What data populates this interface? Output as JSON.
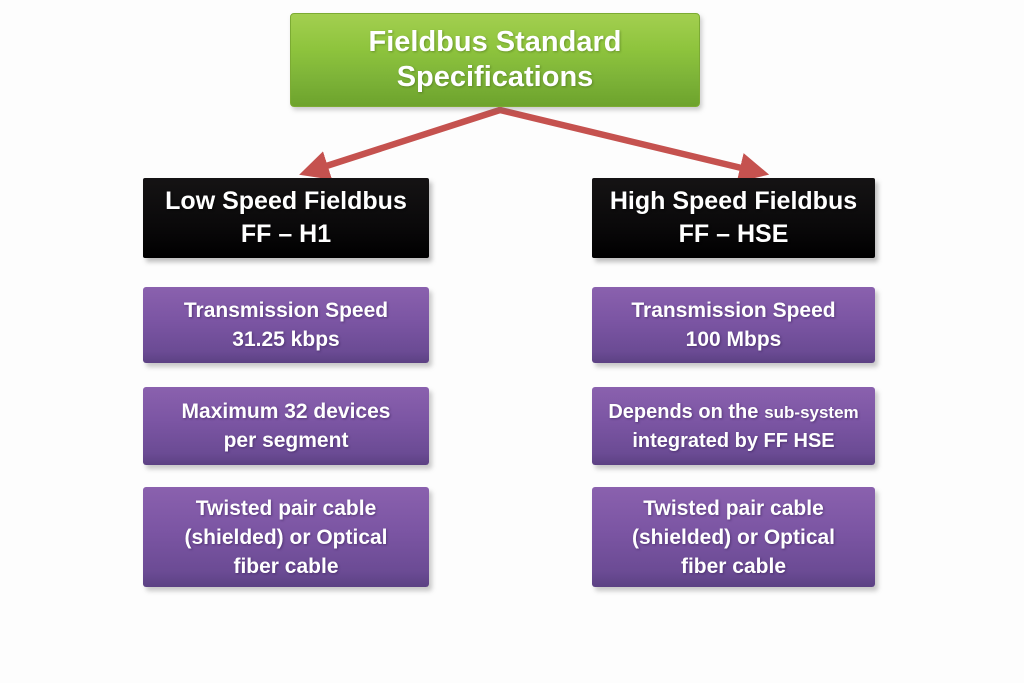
{
  "title": {
    "line1": "Fieldbus Standard",
    "line2": "Specifications"
  },
  "colors": {
    "title_green_top": "#8ec43d",
    "title_green_bottom": "#6da32c",
    "header_black": "#0a090a",
    "spec_purple_top": "#8a61ae",
    "spec_purple_bottom": "#5c4183",
    "arrow_red": "#c5524f",
    "text_white": "#ffffff",
    "background": "#fdfdfd"
  },
  "connectors": {
    "left_icon": "arrow-down-left-icon",
    "right_icon": "arrow-down-right-icon"
  },
  "columns": [
    {
      "header": {
        "line1": "Low Speed Fieldbus",
        "line2": "FF – H1"
      },
      "boxes": [
        {
          "lines": [
            "Transmission Speed",
            "31.25 kbps"
          ]
        },
        {
          "lines": [
            "Maximum 32 devices",
            "per segment"
          ]
        },
        {
          "lines": [
            "Twisted pair cable",
            "(shielded) or Optical",
            "fiber cable"
          ]
        }
      ]
    },
    {
      "header": {
        "line1": "High Speed Fieldbus",
        "line2": "FF – HSE"
      },
      "boxes": [
        {
          "lines": [
            "Transmission Speed",
            "100 Mbps"
          ]
        },
        {
          "line1_main": "Depends on the",
          "line1_small": "sub-system",
          "line2": "integrated by FF HSE"
        },
        {
          "lines": [
            "Twisted pair cable",
            "(shielded) or Optical",
            "fiber cable"
          ]
        }
      ]
    }
  ]
}
